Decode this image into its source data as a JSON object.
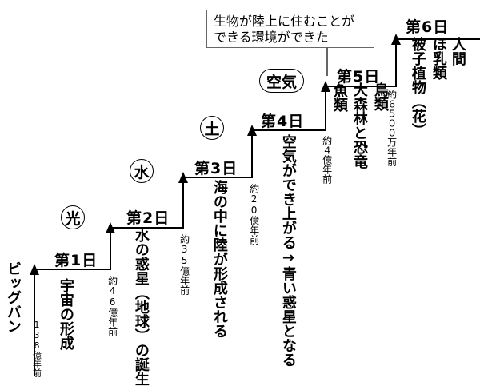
{
  "steps": [
    {
      "label": "第1日"
    },
    {
      "label": "第2日"
    },
    {
      "label": "第3日"
    },
    {
      "label": "第4日"
    },
    {
      "label": "第5日"
    },
    {
      "label": "第6日"
    }
  ],
  "symbols": [
    "光",
    "水",
    "土",
    "空気"
  ],
  "note": {
    "line1": "生物が陸上に住むことが",
    "line2": "できる環境ができた"
  },
  "start": {
    "label": "ビッグバン",
    "time": "138億年前"
  },
  "events": {
    "day1": "宇宙の形成",
    "day2": "水の惑星（地球）の誕生",
    "day3": "海の中に陸が形成される",
    "day4": "空気ができ上がる→青い惑星となる",
    "day5a": "魚類",
    "day5b": "鳥類",
    "day5c": "大森林と恐竜",
    "day6a": "人間",
    "day6b": "ほ乳類",
    "day6c": "被子植物（花）"
  },
  "times": {
    "t1": "約46億年前",
    "t2": "約35億年前",
    "t3": "約20億年前",
    "t4": "約４億年前",
    "t5": "約６５００万年前"
  }
}
